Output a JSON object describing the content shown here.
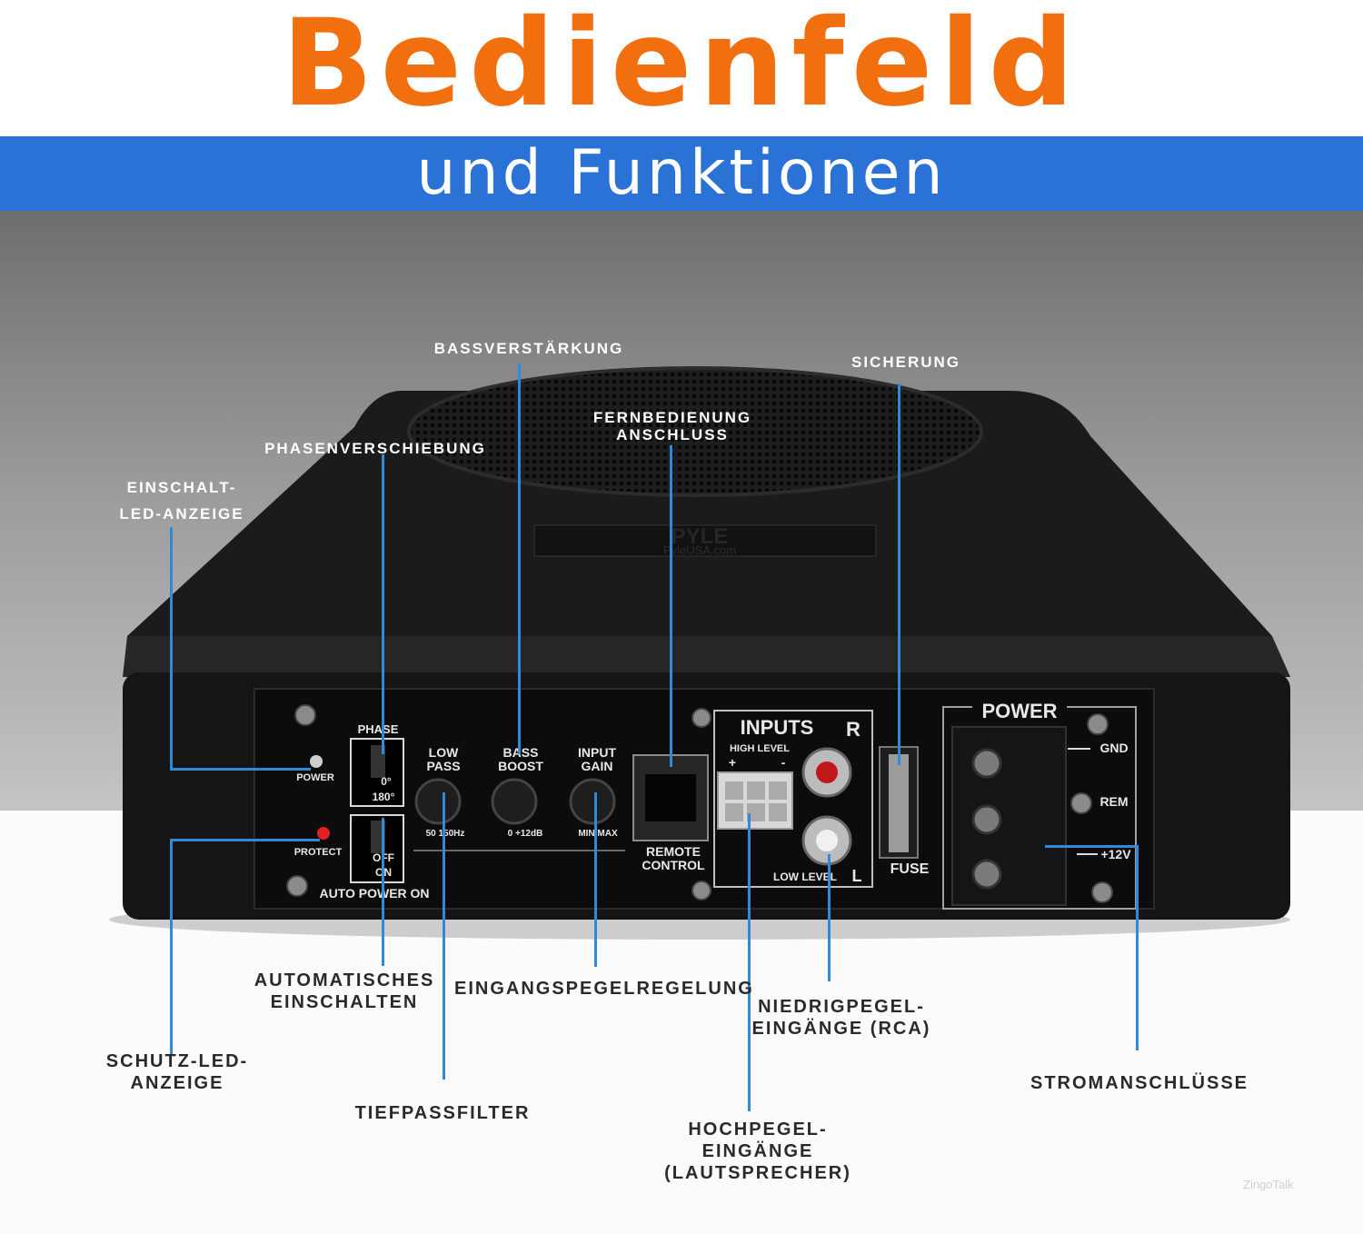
{
  "header": {
    "title": "Bedienfeld",
    "subtitle": "und Funktionen"
  },
  "colors": {
    "title": "#f26f0f",
    "band": "#2b72d6",
    "leader": "#2f8ad8",
    "device": "#1a1a1a"
  },
  "callouts": {
    "bass_boost": "BASSVERSTÄRKUNG",
    "fuse": "SICHERUNG",
    "remote_1": "FERNBEDIENUNG",
    "remote_2": "ANSCHLUSS",
    "phase": "PHASENVERSCHIEBUNG",
    "power_led_1": "EINSCHALT-",
    "power_led_2": "LED-ANZEIGE",
    "auto_on_1": "AUTOMATISCHES",
    "auto_on_2": "EINSCHALTEN",
    "gain": "EINGANGSPEGELREGELUNG",
    "low_level_1": "NIEDRIGPEGEL-",
    "low_level_2": "EINGÄNGE (RCA)",
    "protect_1": "SCHUTZ-LED-",
    "protect_2": "ANZEIGE",
    "power_terminals": "STROMANSCHLÜSSE",
    "lowpass": "TIEFPASSFILTER",
    "high_level_1": "HOCHPEGEL-",
    "high_level_2": "EINGÄNGE",
    "high_level_3": "(LAUTSPRECHER)"
  },
  "panel": {
    "brand": "PYLE",
    "site": "PyleUSA.com",
    "phase": "PHASE",
    "phase_0": "0°",
    "phase_180": "180°",
    "power": "POWER",
    "protect": "PROTECT",
    "off": "OFF",
    "on": "ON",
    "auto_power_on": "AUTO POWER ON",
    "low_pass_1": "LOW",
    "low_pass_2": "PASS",
    "low_pass_scale": "50  150Hz",
    "bass_boost_1": "BASS",
    "bass_boost_2": "BOOST",
    "bass_boost_scale": "0  +12dB",
    "gain_1": "INPUT",
    "gain_2": "GAIN",
    "gain_scale": "MIN MAX",
    "remote_1": "REMOTE",
    "remote_2": "CONTROL",
    "inputs": "INPUTS",
    "r": "R",
    "l": "L",
    "high_level": "HIGH LEVEL",
    "plus": "+",
    "minus": "-",
    "low_level": "LOW  LEVEL",
    "fuse": "FUSE",
    "power_block": "POWER",
    "gnd": "GND",
    "rem": "REM",
    "v12": "+12V"
  },
  "watermark": "ZingoTalk"
}
